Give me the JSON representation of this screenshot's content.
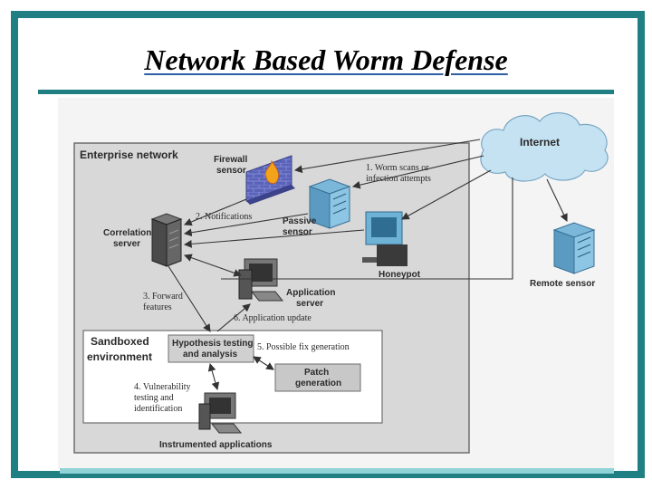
{
  "slide": {
    "title": "Network Based Worm Defense"
  },
  "diagram": {
    "enterprise_label": "Enterprise network",
    "sandbox_label_line1": "Sandboxed",
    "sandbox_label_line2": "environment",
    "internet_label": "Internet",
    "nodes": {
      "firewall_l1": "Firewall",
      "firewall_l2": "sensor",
      "correlation_l1": "Correlation",
      "correlation_l2": "server",
      "passive_l1": "Passive",
      "passive_l2": "sensor",
      "honeypot": "Honeypot",
      "app_server_l1": "Application",
      "app_server_l2": "server",
      "remote_sensor": "Remote sensor",
      "hypothesis_l1": "Hypothesis testing",
      "hypothesis_l2": "and analysis",
      "patch_l1": "Patch",
      "patch_l2": "generation",
      "instrumented": "Instrumented applications"
    },
    "steps": {
      "s1_l1": "1. Worm scans or",
      "s1_l2": "infection attempts",
      "s2": "2. Notifications",
      "s3_l1": "3. Forward",
      "s3_l2": "features",
      "s4_l1": "4. Vulnerability",
      "s4_l2": "testing and",
      "s4_l3": "identification",
      "s5": "5. Possible fix generation",
      "s6": "6. Application update"
    }
  }
}
